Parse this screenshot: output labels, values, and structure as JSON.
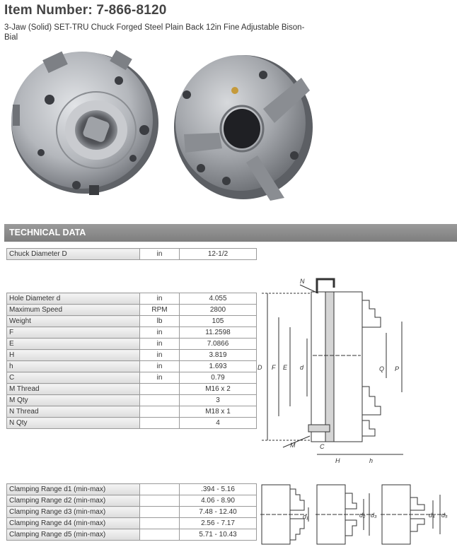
{
  "header": {
    "title": "Item Number: 7-866-8120",
    "subtitle": "3-Jaw (Solid) SET-TRU Chuck Forged Steel Plain Back 12in Fine Adjustable Bison-Bial"
  },
  "section": {
    "title": "TECHNICAL DATA"
  },
  "table1": [
    {
      "label": "Chuck Diameter D",
      "unit": "in",
      "value": "12-1/2"
    }
  ],
  "table2": [
    {
      "label": "Hole Diameter d",
      "unit": "in",
      "value": "4.055"
    },
    {
      "label": "Maximum Speed",
      "unit": "RPM",
      "value": "2800"
    },
    {
      "label": "Weight",
      "unit": "lb",
      "value": "105"
    },
    {
      "label": "F",
      "unit": "in",
      "value": "11.2598"
    },
    {
      "label": "E",
      "unit": "in",
      "value": "7.0866"
    },
    {
      "label": "H",
      "unit": "in",
      "value": "3.819"
    },
    {
      "label": "h",
      "unit": "in",
      "value": "1.693"
    },
    {
      "label": "C",
      "unit": "in",
      "value": "0.79"
    },
    {
      "label": "M Thread",
      "unit": "",
      "value": "M16 x 2"
    },
    {
      "label": "M Qty",
      "unit": "",
      "value": "3"
    },
    {
      "label": "N Thread",
      "unit": "",
      "value": "M18 x 1"
    },
    {
      "label": "N Qty",
      "unit": "",
      "value": "4"
    }
  ],
  "table3": [
    {
      "label": "Clamping Range d1 (min-max)",
      "unit": "",
      "value": ".394 - 5.16"
    },
    {
      "label": "Clamping Range d2 (min-max)",
      "unit": "",
      "value": "4.06 - 8.90"
    },
    {
      "label": "Clamping Range d3 (min-max)",
      "unit": "",
      "value": "7.48 - 12.40"
    },
    {
      "label": "Clamping Range d4 (min-max)",
      "unit": "",
      "value": "2.56 - 7.17"
    },
    {
      "label": "Clamping Range d5 (min-max)",
      "unit": "",
      "value": "5.71 - 10.43"
    }
  ],
  "diagram_labels": {
    "N": "N",
    "D": "D",
    "F": "F",
    "E": "E",
    "d": "d",
    "Q": "Q",
    "P": "P",
    "M": "M",
    "C": "C",
    "H": "H",
    "h": "h",
    "d1": "d₁",
    "d2": "d₂",
    "d3": "d₃",
    "d4": "d₄",
    "d5": "d₅"
  }
}
